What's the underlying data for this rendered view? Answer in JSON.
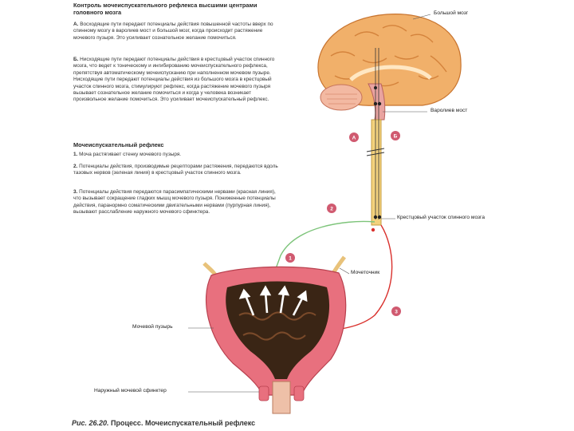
{
  "header": {
    "title": "Контроль мочеиспускательного рефлекса высшими центрами головного мозга"
  },
  "section_a": {
    "marker": "А.",
    "text": "Восходящие пути передают потенциалы действия повышенной частоты вверх по спинному мозгу в варолиев мост и большой мозг, когда происходит растяжение мочевого пузыря. Это усиливает сознательное желание помочиться."
  },
  "section_b": {
    "marker": "Б.",
    "text": "Нисходящие пути передают потенциалы действия в крестцовый участок спинного мозга, что ведет к тоническому и ингибированию мочеиспускательного рефлекса, препятствуя автоматическому мочеиспусканию при наполненном мочевом пузыре. Нисходящие пути передают потенциалы действия из большого мозга в крестцовый участок спинного мозга, стимулируют рефлекс, когда растяжение мочевого пузыря вызывает сознательное желание помочиться и когда у человека возникает произвольное желание помочиться. Это усиливает мочеиспускательный рефлекс."
  },
  "reflex": {
    "title": "Мочеиспускательный рефлекс",
    "items": [
      {
        "num": "1.",
        "text": "Моча растягивает стенку мочевого пузыря."
      },
      {
        "num": "2.",
        "text": "Потенциалы действия, производимые рецепторами растяжения, передаются вдоль тазовых нервов (зеленая линия) в крестцовый участок спинного мозга."
      },
      {
        "num": "3.",
        "text": "Потенциалы действия передаются парасимпатическими нервами (красная линия), что вызывает сокращение гладких мышц мочевого пузыря. Пониженные потенциалы действия, паранормно соматическими двигательными нервами (пурпурная линия), вызывают расслабление наружного мочевого сфинктера."
      }
    ]
  },
  "labels": {
    "cerebrum": "Большой мозг",
    "pons": "Варолиев мост",
    "sacral": "Крестцовый участок спинного мозга",
    "ureter": "Мочеточник",
    "bladder": "Мочевой пузырь",
    "sphincter": "Наружный мочевой сфинктер"
  },
  "badges": {
    "a": "А",
    "b": "Б",
    "n1": "1",
    "n2": "2",
    "n3": "3"
  },
  "caption": {
    "fig": "Рис. 26.20.",
    "text": "Процесс. Мочеиспускательный рефлекс"
  },
  "colors": {
    "brain": "#f1b06a",
    "brain_fold": "#e08e45",
    "bladder_outer": "#e8707e",
    "bladder_inner": "#3a2515",
    "green_nerve": "#7dc47a",
    "red_nerve": "#d9302c",
    "badge": "#d05a70",
    "spinal": "#f3d27e"
  }
}
